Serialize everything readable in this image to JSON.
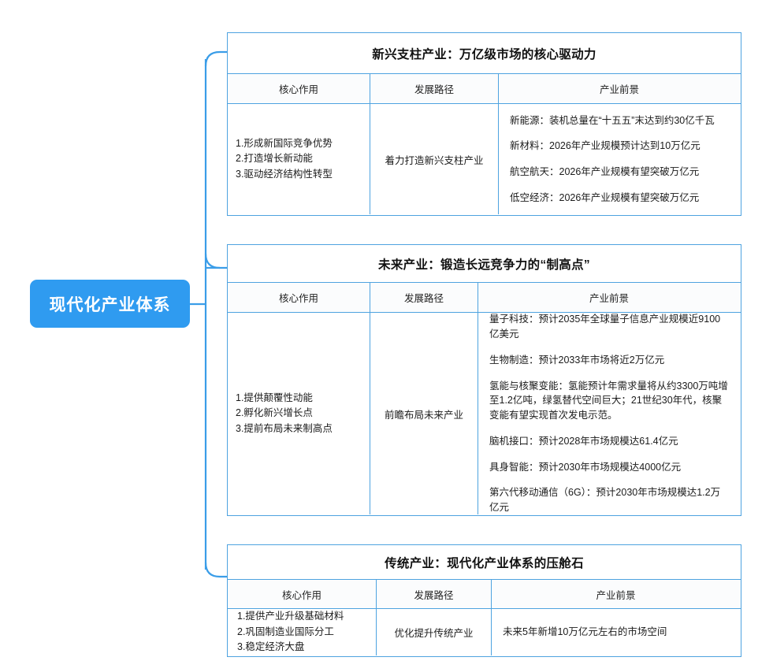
{
  "root": {
    "label": "现代化产业体系",
    "accent_color": "#2f9bf0"
  },
  "theme": {
    "border_color": "#4ea3e0",
    "header_bg": "#fbfcfd",
    "text_color": "#1a1a1a"
  },
  "columns": [
    "核心作用",
    "发展路径",
    "产业前景"
  ],
  "branches": [
    {
      "title": "新兴支柱产业：万亿级市场的核心驱动力",
      "headers": [
        "核心作用",
        "发展路径",
        "产业前景"
      ],
      "core_role": "1.形成新国际竞争优势\n2.打造增长新动能\n3.驱动经济结构性转型",
      "path": "着力打造新兴支柱产业",
      "prospects": [
        "新能源：装机总量在“十五五”末达到约30亿千瓦",
        "新材料：2026年产业规模预计达到10万亿元",
        "航空航天：2026年产业规模有望突破万亿元",
        "低空经济：2026年产业规模有望突破万亿元"
      ]
    },
    {
      "title": "未来产业：锻造长远竞争力的“制高点”",
      "headers": [
        "核心作用",
        "发展路径",
        "产业前景"
      ],
      "core_role": "1.提供颠覆性动能\n2.孵化新兴增长点\n3.提前布局未来制高点",
      "path": "前瞻布局未来产业",
      "prospects": [
        "量子科技：预计2035年全球量子信息产业规模近9100亿美元",
        "生物制造：预计2033年市场将近2万亿元",
        "氢能与核聚变能：氢能预计年需求量将从约3300万吨增至1.2亿吨，绿氢替代空间巨大；21世纪30年代，核聚变能有望实现首次发电示范。",
        "脑机接口：预计2028年市场规模达61.4亿元",
        "具身智能：预计2030年市场规模达4000亿元",
        "第六代移动通信（6G）：预计2030年市场规模达1.2万亿元"
      ]
    },
    {
      "title": "传统产业：现代化产业体系的压舱石",
      "headers": [
        "核心作用",
        "发展路径",
        "产业前景"
      ],
      "core_role": "1.提供产业升级基础材料\n2.巩固制造业国际分工\n3.稳定经济大盘",
      "path": "优化提升传统产业",
      "prospects": [
        "未来5年新增10万亿元左右的市场空间"
      ]
    }
  ]
}
